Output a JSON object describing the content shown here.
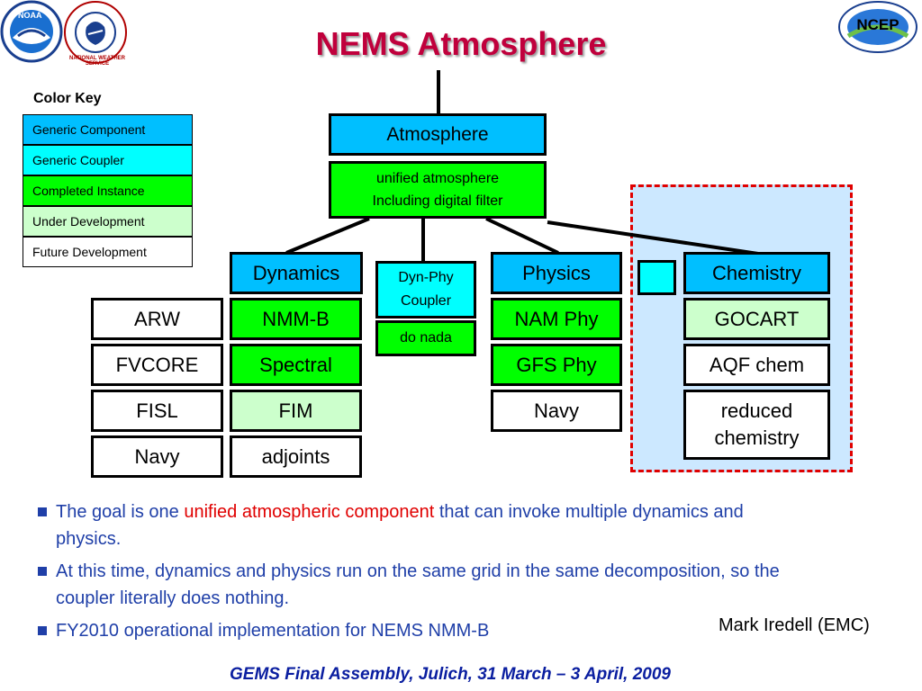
{
  "title": "NEMS Atmosphere",
  "color_key": {
    "heading": "Color Key",
    "items": [
      {
        "label": "Generic Component",
        "color": "#00BFFF"
      },
      {
        "label": "Generic Coupler",
        "color": "#00FFFF"
      },
      {
        "label": "Completed Instance",
        "color": "#00FF00"
      },
      {
        "label": "Under Development",
        "color": "#CCFFCC"
      },
      {
        "label": "Future Development",
        "color": "#FFFFFF"
      }
    ]
  },
  "atmosphere": {
    "label": "Atmosphere",
    "instance_line1": "unified atmosphere",
    "instance_line2": "Including digital filter"
  },
  "dynamics": {
    "label": "Dynamics",
    "instances": [
      "NMM-B",
      "Spectral",
      "FIM",
      "adjoints"
    ],
    "others": [
      "ARW",
      "FVCORE",
      "FISL",
      "Navy"
    ]
  },
  "coupler": {
    "line1": "Dyn-Phy",
    "line2": "Coupler",
    "instance": "do nada"
  },
  "physics": {
    "label": "Physics",
    "instances": [
      "NAM Phy",
      "GFS Phy",
      "Navy"
    ]
  },
  "chemistry": {
    "label": "Chemistry",
    "instances": [
      "GOCART",
      "AQF chem"
    ],
    "reduced_line1": "reduced",
    "reduced_line2": "chemistry"
  },
  "bullets": {
    "b1_pre": "The goal is one ",
    "b1_highlight": "unified atmospheric component",
    "b1_post": " that can invoke multiple dynamics and physics.",
    "b2": "At this time, dynamics and physics run on the same grid in the same decomposition, so the coupler literally does nothing.",
    "b3": "FY2010 operational implementation for NEMS NMM-B"
  },
  "author": "Mark Iredell (EMC)",
  "footer": "GEMS Final Assembly, Julich, 31 March – 3 April, 2009",
  "logos": {
    "noaa": "NOAA",
    "nws": "NATIONAL WEATHER SERVICE",
    "ncep": "NCEP"
  },
  "colors": {
    "title": "#C0003C",
    "text": "#1F3FA8",
    "highlight": "#E00000",
    "footer": "#0A1EA0",
    "dashed": "#E00000",
    "panel": "#CCE8FF"
  }
}
